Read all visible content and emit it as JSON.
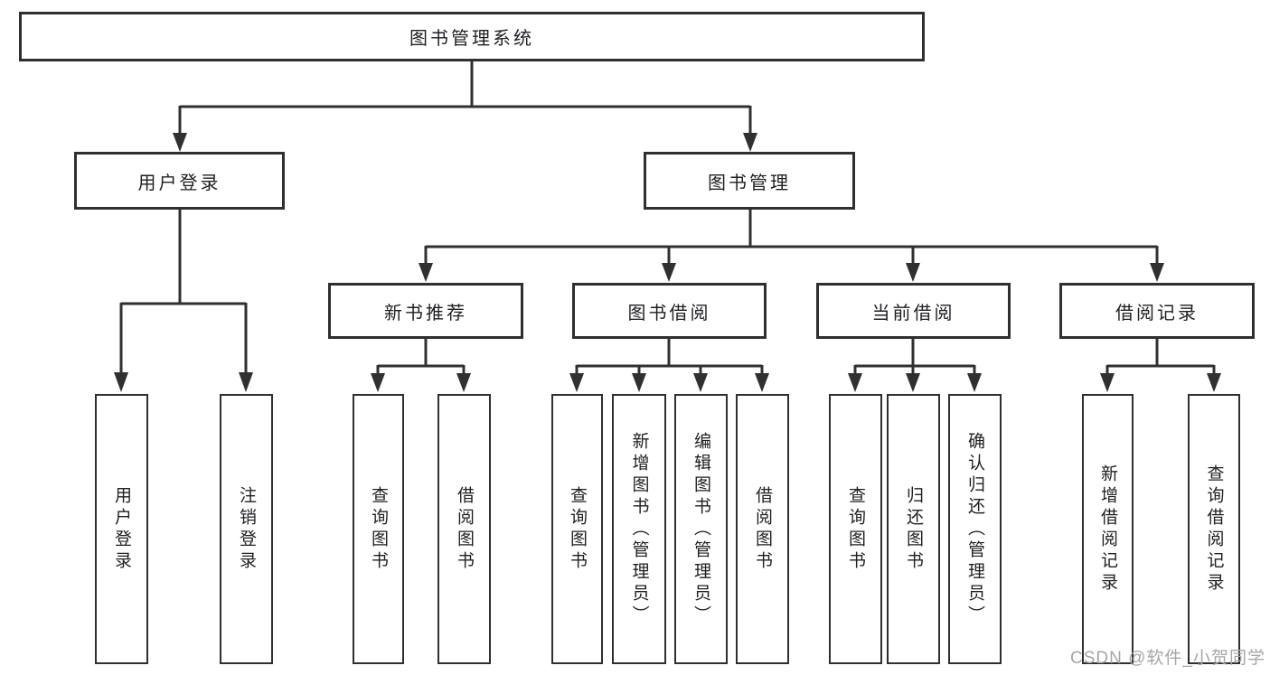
{
  "diagram": {
    "root": {
      "label": "图书管理系统"
    },
    "branches": [
      {
        "label": "用户登录",
        "children": [
          {
            "label": "用户登录"
          },
          {
            "label": "注销登录"
          }
        ]
      },
      {
        "label": "图书管理",
        "children": [
          {
            "label": "新书推荐",
            "children": [
              {
                "label": "查询图书"
              },
              {
                "label": "借阅图书"
              }
            ]
          },
          {
            "label": "图书借阅",
            "children": [
              {
                "label": "查询图书"
              },
              {
                "label": "新增图书（管理员）"
              },
              {
                "label": "编辑图书（管理员）"
              },
              {
                "label": "借阅图书"
              }
            ]
          },
          {
            "label": "当前借阅",
            "children": [
              {
                "label": "查询图书"
              },
              {
                "label": "归还图书"
              },
              {
                "label": "确认归还（管理员）"
              }
            ]
          },
          {
            "label": "借阅记录",
            "children": [
              {
                "label": "新增借阅记录"
              },
              {
                "label": "查询借阅记录"
              }
            ]
          }
        ]
      }
    ]
  },
  "watermark": {
    "text": "CSDN @软件_小贺同学"
  },
  "colors": {
    "line": "#303030",
    "border": "#2f2f2f",
    "text": "#1f1f23",
    "watermark": "#a6a6a6",
    "background": "#ffffff"
  }
}
